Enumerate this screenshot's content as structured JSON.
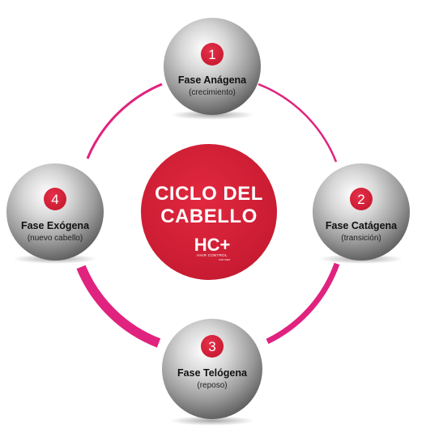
{
  "colors": {
    "accent_red": "#d7203a",
    "ring_pink": "#e0237e",
    "sphere_gray": "#9a9a9a"
  },
  "center": {
    "title_line1": "CICLO DEL",
    "title_line2": "CABELLO",
    "logo_main": "HC+",
    "logo_sub": "HAIR CONTROL",
    "logo_tiny": "FOR MEN"
  },
  "phases": [
    {
      "number": "1",
      "title": "Fase Anágena",
      "subtitle": "(crecimiento)"
    },
    {
      "number": "2",
      "title": "Fase Catágena",
      "subtitle": "(transición)"
    },
    {
      "number": "3",
      "title": "Fase Telógena",
      "subtitle": "(reposo)"
    },
    {
      "number": "4",
      "title": "Fase Exógena",
      "subtitle": "(nuevo cabello)"
    }
  ]
}
